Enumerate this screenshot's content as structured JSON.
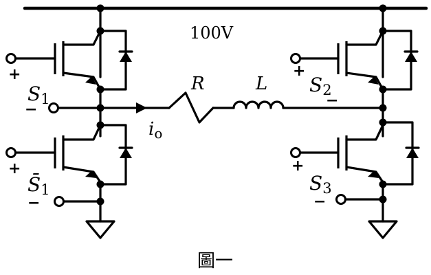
{
  "voltage_label": "100V",
  "resistor_label": "R",
  "inductor_label": "L",
  "current_label": {
    "main": "i",
    "sub": "o"
  },
  "switches": {
    "s1": {
      "main": "S",
      "sub": "1"
    },
    "s1_bar": {
      "main": "S̄",
      "sub": "1"
    },
    "s2": {
      "main": "S",
      "sub": "2"
    },
    "s3": {
      "main": "S",
      "sub": "3"
    }
  },
  "polarity": {
    "plus": "+",
    "minus": "−"
  },
  "caption": "圖一"
}
